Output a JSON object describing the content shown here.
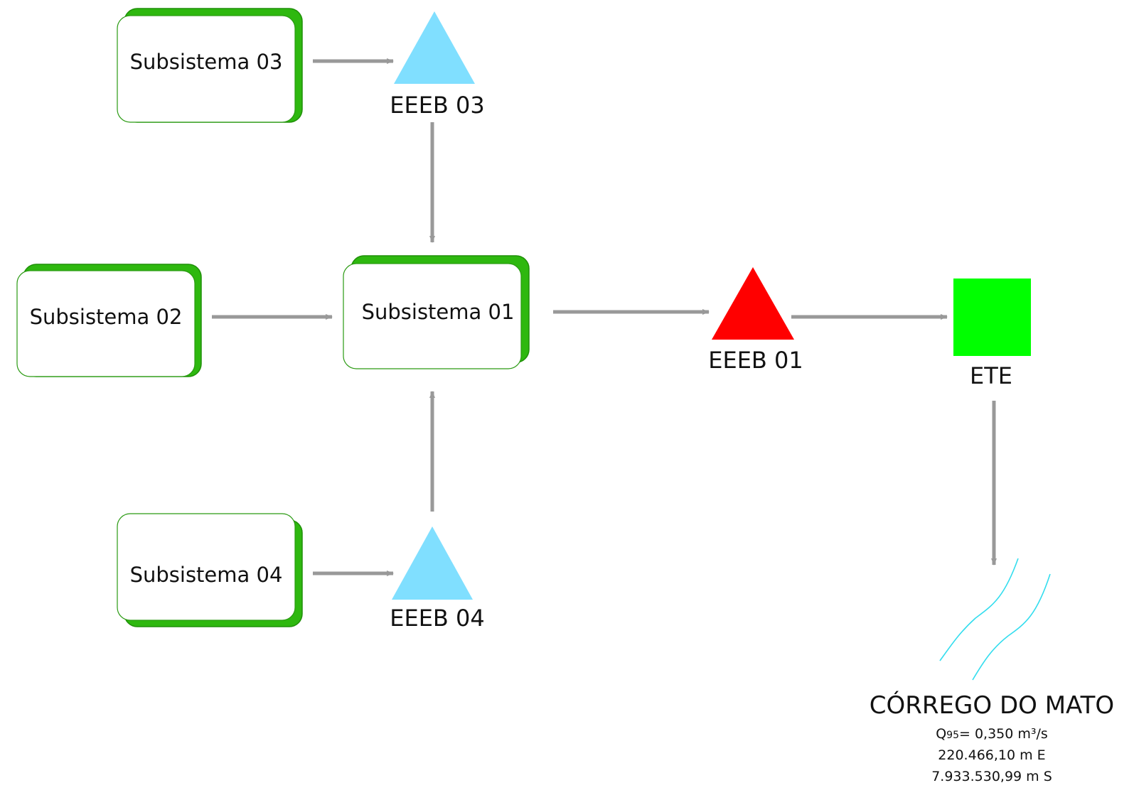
{
  "subsystems": {
    "s03": {
      "label": "Subsistema 03"
    },
    "s02": {
      "label": "Subsistema 02"
    },
    "s01": {
      "label": "Subsistema 01"
    },
    "s04": {
      "label": "Subsistema 04"
    }
  },
  "stations": {
    "eeeb03": {
      "label": "EEEB 03"
    },
    "eeeb01": {
      "label": "EEEB 01"
    },
    "eeeb04": {
      "label": "EEEB 04"
    }
  },
  "treatment": {
    "label": "ETE"
  },
  "river": {
    "name": "CÓRREGO DO MATO",
    "flow_prefix": "Q",
    "flow_subscript": "95",
    "flow_value": "= 0,350 m³/s",
    "easting": "220.466,10 m E",
    "northing": "7.933.530,99 m S"
  },
  "colors": {
    "box_shadow": "#2eb80f",
    "box_border": "#1f8f08",
    "station_blue": "#80dfff",
    "station_red": "#ff0000",
    "ete_green": "#00ff00",
    "arrow": "#999999",
    "river_line": "#33ddee"
  }
}
